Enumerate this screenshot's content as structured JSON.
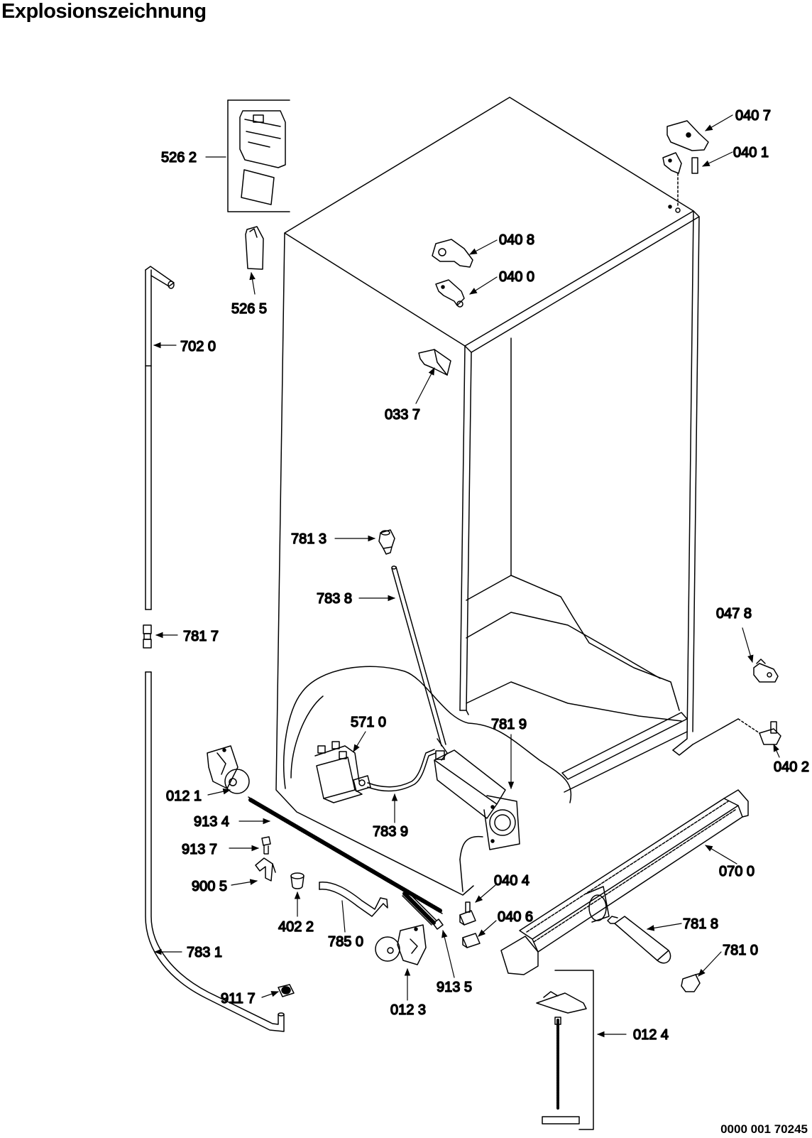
{
  "title": "Explosionszeichnung",
  "document_number": "0000 001 70245",
  "parts": [
    {
      "id": "p5262",
      "label": "526 2"
    },
    {
      "id": "p5265",
      "label": "526 5"
    },
    {
      "id": "p7020",
      "label": "702 0"
    },
    {
      "id": "p0337",
      "label": "033 7"
    },
    {
      "id": "p0407",
      "label": "040 7"
    },
    {
      "id": "p0401",
      "label": "040 1"
    },
    {
      "id": "p0408",
      "label": "040 8"
    },
    {
      "id": "p0400",
      "label": "040 0"
    },
    {
      "id": "p7813",
      "label": "781 3"
    },
    {
      "id": "p7838",
      "label": "783 8"
    },
    {
      "id": "p7817",
      "label": "781 7"
    },
    {
      "id": "p0478",
      "label": "047 8"
    },
    {
      "id": "p5710",
      "label": "571 0"
    },
    {
      "id": "p7819",
      "label": "781 9"
    },
    {
      "id": "p0402",
      "label": "040 2"
    },
    {
      "id": "p0121",
      "label": "012 1"
    },
    {
      "id": "p9134",
      "label": "913 4"
    },
    {
      "id": "p7839",
      "label": "783 9"
    },
    {
      "id": "p9137",
      "label": "913 7"
    },
    {
      "id": "p0700",
      "label": "070 0"
    },
    {
      "id": "p9005",
      "label": "900 5"
    },
    {
      "id": "p4022",
      "label": "402 2"
    },
    {
      "id": "p0404",
      "label": "040 4"
    },
    {
      "id": "p7850",
      "label": "785 0"
    },
    {
      "id": "p0406",
      "label": "040 6"
    },
    {
      "id": "p7818",
      "label": "781 8"
    },
    {
      "id": "p7831",
      "label": "783 1"
    },
    {
      "id": "p9135",
      "label": "913 5"
    },
    {
      "id": "p7810",
      "label": "781 0"
    },
    {
      "id": "p0123",
      "label": "012 3"
    },
    {
      "id": "p9117",
      "label": "911 7"
    },
    {
      "id": "p0124",
      "label": "012 4"
    }
  ]
}
